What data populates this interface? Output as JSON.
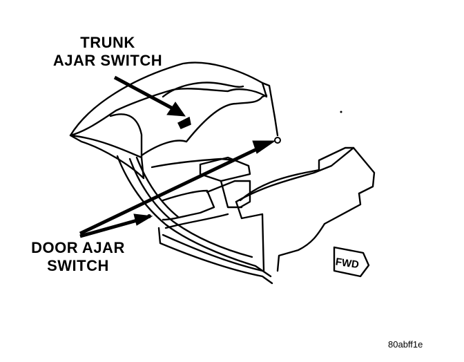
{
  "labels": {
    "trunk_ajar_switch": [
      "TRUNK",
      "AJAR SWITCH"
    ],
    "door_ajar_switch": [
      "DOOR AJAR",
      "SWITCH"
    ],
    "fwd": "FWD"
  },
  "figure_id": "80abff1e",
  "colors": {
    "ink": "#000000",
    "paper": "#ffffff"
  }
}
